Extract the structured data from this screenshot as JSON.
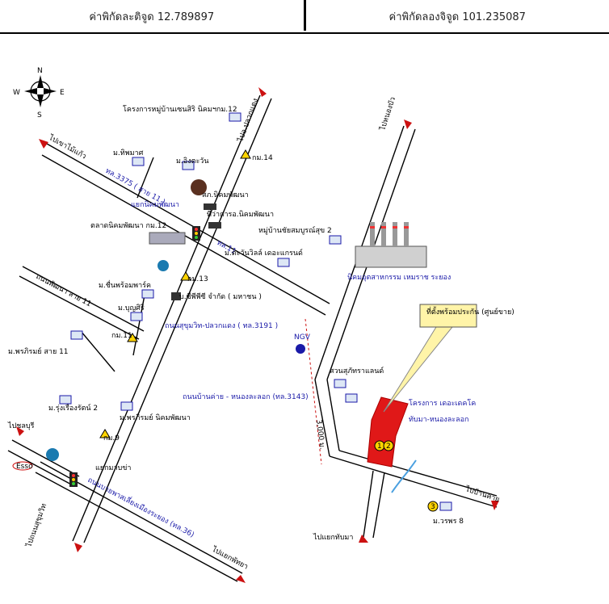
{
  "header": {
    "lat_label": "ค่าพิกัดละติจูด 12.789897",
    "lon_label": "ค่าพิกัดลองจิจูด 101.235087"
  },
  "compass": {
    "n": "N",
    "s": "S",
    "e": "E",
    "w": "W"
  },
  "labels": {
    "village_sansiri": "โครงการหมู่บ้านเซนสิริ นิคมฯกม.12",
    "to_pluak_daeng": "ไปอ.ปลวกแดง",
    "to_khao_mai_kaeo": "ไปเขาไม้แก้ว",
    "village_thipmat": "ม.ทิพมาศ",
    "village_ingtawan": "ม.อิงตะวัน",
    "km14": "กม.14",
    "road_3375": "ทล.3375 ( สาย 11 )",
    "post_office": "สภ.นิคมพัฒนา",
    "district_office": "ที่ว่าการอ.นิคมพัฒนา",
    "junction_nikhom": "แยกนิคมพัฒนา",
    "market_nikhom": "ตลาดนิคมพัฒนา กม.12",
    "village_chatchai": "หมู่บ้านชัยสมบูรณ์สุข 2",
    "to_nong_bua": "ไปหนองบัว",
    "road_11": "ทล.11",
    "village_tawanwill": "ม.ตะวันวิลล์ เดอะแกรนด์",
    "industrial_estate": "นิคมอุตสาหกรรม เหมราช ระยอง",
    "village_chuenpeople": "ม.ชื่นพร้อมพาร์ค",
    "km13": "กม.13",
    "company_cpp": "บ.ซีพีพีซี จำกัด ( มหาชน )",
    "soi_11": "ถนนพัฒนา สาย 11",
    "village_bunsiri": "ม.บุญศิริ",
    "km11": "กม.11",
    "sukhumvit_road": "ถนนสุขุมวิท-ปลวกแดง ( ทล.3191 )",
    "project_site_label": "ที่ตั้งพร้อมประกัน\n(ศูนย์ขาย)",
    "village_phonrom": "ม.พรภิรมย์ สาย 11",
    "ngv": "NGV",
    "suan_suphatra": "สวนสุภัทราแลนด์",
    "road_3143": "ถนนบ้านค่าย - หนองละลอก (ทล.3143)",
    "village_rungrueang": "ม.รุ่งเรืองรัตน์ 2",
    "village_phonrom2": "ม.พรภิรมย์ นิคมพัฒนา",
    "project_name": "โครงการ เดอะเดคโค",
    "project_sub": "ทับมา-หนองละลอก",
    "km9": "กม.9",
    "to_chonburi": "ไปชลบุรี",
    "esso": "Esso",
    "junction_mabkha": "แยกมาบข่า",
    "bypass_road": "ถนนบายพาสเลี่ยงเมืองระยอง (ทล.36)",
    "to_sukhumvit": "ไปถนนสุขุมวิท",
    "to_ban_khai": "ไปบ้านค่าย",
    "village_woraporn": "ม.วรพร 8",
    "to_thap_ma": "ไปแยกทับมา",
    "to_map_ta_phut": "ไปแยกพัทยา",
    "dist_3km": "3,000 ม.",
    "num1": "1",
    "num2": "2",
    "num3": "3"
  },
  "colors": {
    "arrow": "#cc1111",
    "project": "#e01818",
    "blue_text": "#1a1aa8",
    "callout": "#fff4a8"
  }
}
